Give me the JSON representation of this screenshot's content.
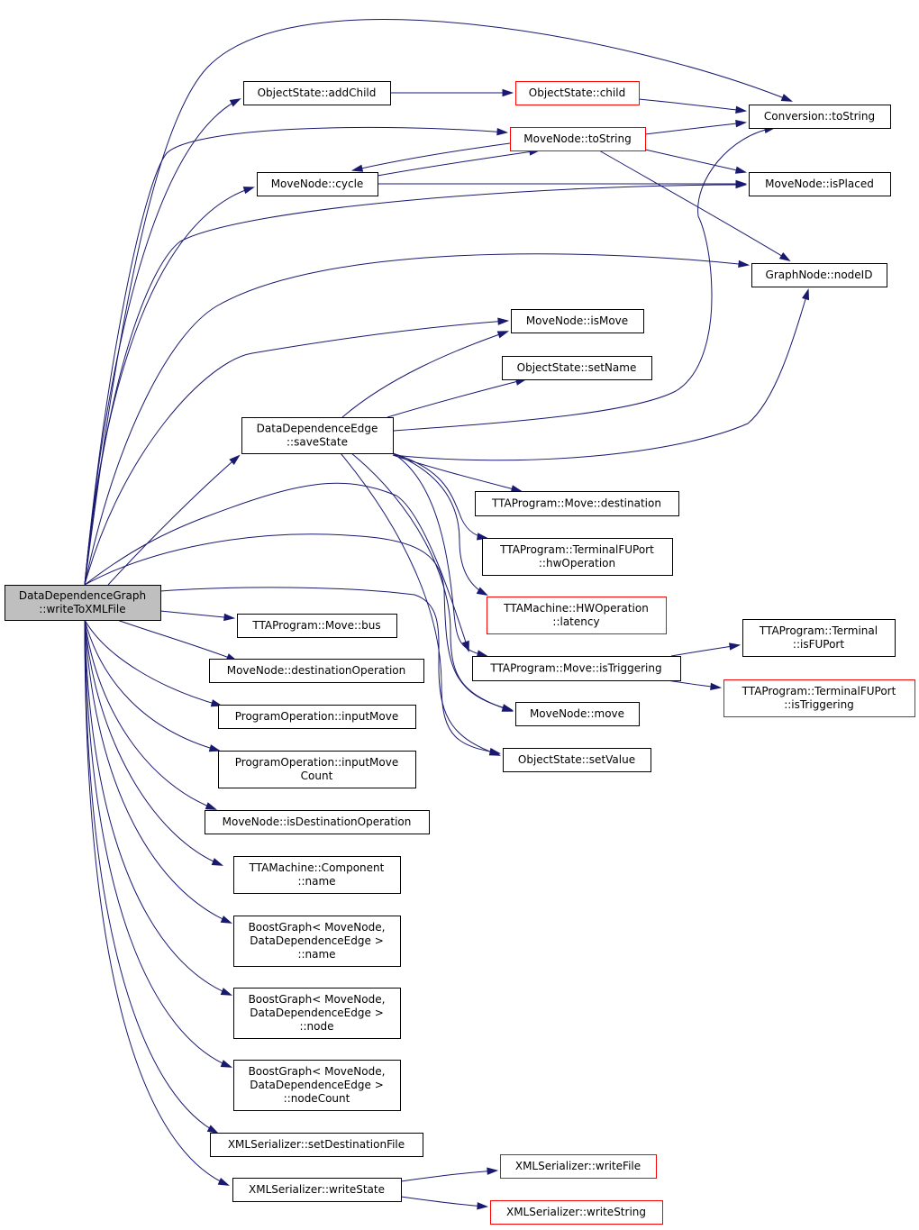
{
  "colors": {
    "edge": "#191970",
    "root_fill": "#bfbfbf",
    "node_fill": "#ffffff",
    "node_border": "#000000",
    "truncated_border": "#ff0000"
  },
  "nodes": {
    "ddg_write": {
      "label": [
        "DataDependenceGraph",
        "::writeToXMLFile"
      ],
      "root": true
    },
    "os_addchild": {
      "label": [
        "ObjectState::addChild"
      ]
    },
    "os_child": {
      "label": [
        "ObjectState::child"
      ],
      "truncated": true
    },
    "conv_tostring": {
      "label": [
        "Conversion::toString"
      ]
    },
    "mn_tostring": {
      "label": [
        "MoveNode::toString"
      ],
      "truncated": true
    },
    "mn_cycle": {
      "label": [
        "MoveNode::cycle"
      ]
    },
    "mn_isplaced": {
      "label": [
        "MoveNode::isPlaced"
      ]
    },
    "gn_nodeid": {
      "label": [
        "GraphNode::nodeID"
      ]
    },
    "mn_ismove": {
      "label": [
        "MoveNode::isMove"
      ]
    },
    "os_setname": {
      "label": [
        "ObjectState::setName"
      ]
    },
    "dde_save": {
      "label": [
        "DataDependenceEdge",
        "::saveState"
      ]
    },
    "tp_dest": {
      "label": [
        "TTAProgram::Move::destination"
      ]
    },
    "tp_hwop": {
      "label": [
        "TTAProgram::TerminalFUPort",
        "::hwOperation"
      ]
    },
    "tm_latency": {
      "label": [
        "TTAMachine::HWOperation",
        "::latency"
      ],
      "truncated": true
    },
    "tp_bus": {
      "label": [
        "TTAProgram::Move::bus"
      ]
    },
    "mn_destop": {
      "label": [
        "MoveNode::destinationOperation"
      ]
    },
    "po_inputmove": {
      "label": [
        "ProgramOperation::inputMove"
      ]
    },
    "po_inputcount": {
      "label": [
        "ProgramOperation::inputMove",
        "Count"
      ]
    },
    "mn_isdestop": {
      "label": [
        "MoveNode::isDestinationOperation"
      ]
    },
    "tm_compname": {
      "label": [
        "TTAMachine::Component",
        "::name"
      ]
    },
    "bg_name": {
      "label": [
        "BoostGraph< MoveNode,",
        "DataDependenceEdge >",
        "::name"
      ]
    },
    "bg_node": {
      "label": [
        "BoostGraph< MoveNode,",
        "DataDependenceEdge >",
        "::node"
      ]
    },
    "bg_nodecount": {
      "label": [
        "BoostGraph< MoveNode,",
        "DataDependenceEdge >",
        "::nodeCount"
      ]
    },
    "xs_setdest": {
      "label": [
        "XMLSerializer::setDestinationFile"
      ]
    },
    "xs_writestate": {
      "label": [
        "XMLSerializer::writeState"
      ]
    },
    "tp_istrig": {
      "label": [
        "TTAProgram::Move::isTriggering"
      ]
    },
    "tp_isfuport": {
      "label": [
        "TTAProgram::Terminal",
        "::isFUPort"
      ]
    },
    "tp_tfu_istrig": {
      "label": [
        "TTAProgram::TerminalFUPort",
        "::isTriggering"
      ],
      "truncated": true
    },
    "mn_move": {
      "label": [
        "MoveNode::move"
      ]
    },
    "os_setvalue": {
      "label": [
        "ObjectState::setValue"
      ]
    },
    "xs_writefile": {
      "label": [
        "XMLSerializer::writeFile"
      ],
      "truncated": true
    },
    "xs_writestring": {
      "label": [
        "XMLSerializer::writeString"
      ],
      "truncated": true
    }
  },
  "edges": [
    [
      "ddg_write",
      "conv_tostring"
    ],
    [
      "ddg_write",
      "os_addchild"
    ],
    [
      "ddg_write",
      "mn_tostring"
    ],
    [
      "ddg_write",
      "mn_cycle"
    ],
    [
      "ddg_write",
      "mn_isplaced"
    ],
    [
      "ddg_write",
      "gn_nodeid"
    ],
    [
      "ddg_write",
      "mn_ismove"
    ],
    [
      "ddg_write",
      "dde_save"
    ],
    [
      "ddg_write",
      "tp_istrig"
    ],
    [
      "ddg_write",
      "mn_move"
    ],
    [
      "ddg_write",
      "os_setvalue"
    ],
    [
      "ddg_write",
      "tp_bus"
    ],
    [
      "ddg_write",
      "mn_destop"
    ],
    [
      "ddg_write",
      "po_inputmove"
    ],
    [
      "ddg_write",
      "po_inputcount"
    ],
    [
      "ddg_write",
      "mn_isdestop"
    ],
    [
      "ddg_write",
      "tm_compname"
    ],
    [
      "ddg_write",
      "bg_name"
    ],
    [
      "ddg_write",
      "bg_node"
    ],
    [
      "ddg_write",
      "bg_nodecount"
    ],
    [
      "ddg_write",
      "xs_setdest"
    ],
    [
      "ddg_write",
      "xs_writestate"
    ],
    [
      "os_addchild",
      "os_child"
    ],
    [
      "os_child",
      "conv_tostring"
    ],
    [
      "mn_tostring",
      "conv_tostring"
    ],
    [
      "mn_tostring",
      "mn_cycle"
    ],
    [
      "mn_tostring",
      "mn_isplaced"
    ],
    [
      "mn_tostring",
      "gn_nodeid"
    ],
    [
      "mn_cycle",
      "mn_tostring"
    ],
    [
      "mn_cycle",
      "mn_isplaced"
    ],
    [
      "dde_save",
      "mn_ismove"
    ],
    [
      "dde_save",
      "os_setname"
    ],
    [
      "dde_save",
      "conv_tostring"
    ],
    [
      "dde_save",
      "gn_nodeid"
    ],
    [
      "dde_save",
      "tp_dest"
    ],
    [
      "dde_save",
      "tp_hwop"
    ],
    [
      "dde_save",
      "tm_latency"
    ],
    [
      "dde_save",
      "tp_istrig"
    ],
    [
      "dde_save",
      "mn_move"
    ],
    [
      "dde_save",
      "os_setvalue"
    ],
    [
      "tp_istrig",
      "tp_isfuport"
    ],
    [
      "tp_istrig",
      "tp_tfu_istrig"
    ],
    [
      "xs_writestate",
      "xs_writefile"
    ],
    [
      "xs_writestate",
      "xs_writestring"
    ]
  ]
}
